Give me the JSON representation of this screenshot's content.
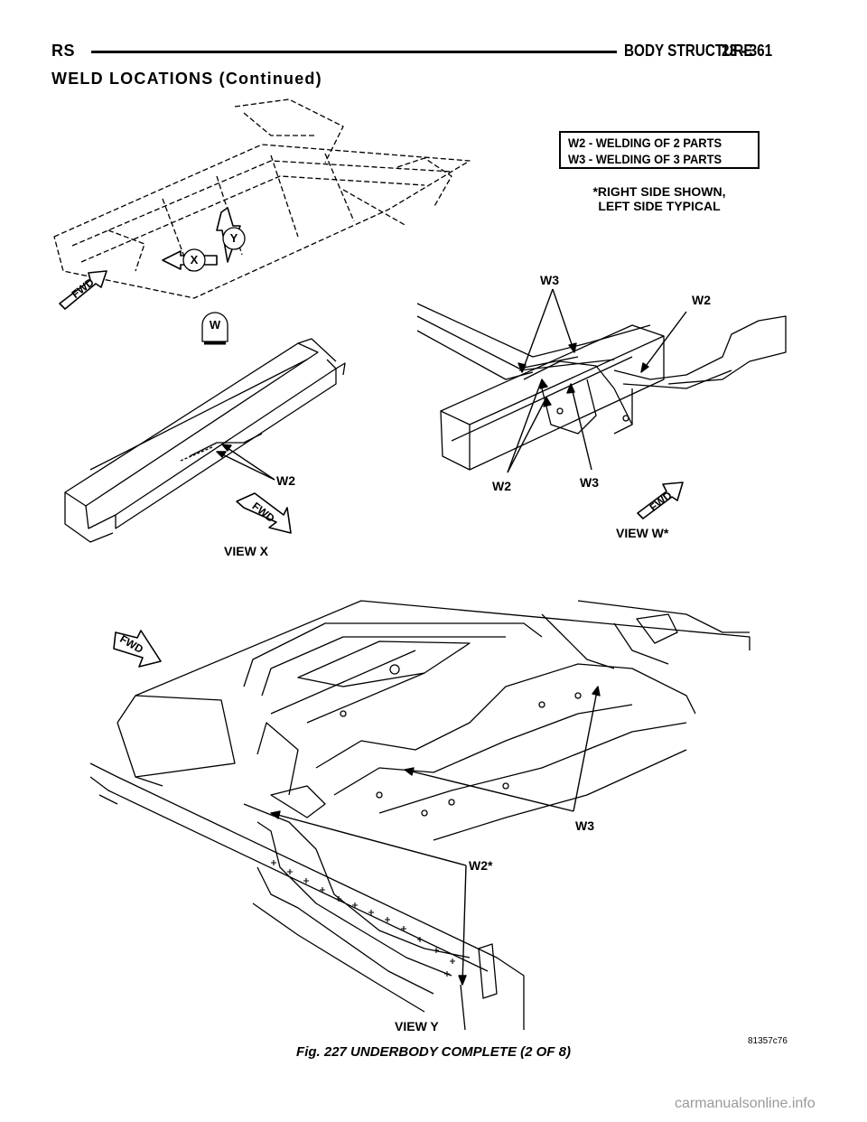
{
  "header": {
    "left": "RS",
    "title": "BODY STRUCTURE",
    "page": "23 - 361"
  },
  "section_title": "WELD LOCATIONS (Continued)",
  "legend": {
    "line1": "W2 - WELDING OF 2 PARTS",
    "line2": "W3 - WELDING OF 3 PARTS"
  },
  "note": {
    "line1": "*RIGHT SIDE SHOWN,",
    "line2": "LEFT SIDE TYPICAL"
  },
  "overview": {
    "fwd": "FWD",
    "view_y": "Y",
    "view_x": "X",
    "view_w": "W"
  },
  "view_x": {
    "callout_w2": "W2",
    "fwd": "FWD",
    "title": "VIEW X"
  },
  "view_w": {
    "callout_w3_top": "W3",
    "callout_w2_top": "W2",
    "callout_w2_bottom": "W2",
    "callout_w3_bottom": "W3",
    "fwd": "FWD",
    "title": "VIEW W*"
  },
  "view_y": {
    "fwd": "FWD",
    "callout_w3": "W3",
    "callout_w2": "W2*",
    "title": "VIEW Y"
  },
  "figure_code": "81357c76",
  "caption": "Fig. 227 UNDERBODY COMPLETE (2 OF 8)",
  "watermark": "carmanualsonline.info"
}
